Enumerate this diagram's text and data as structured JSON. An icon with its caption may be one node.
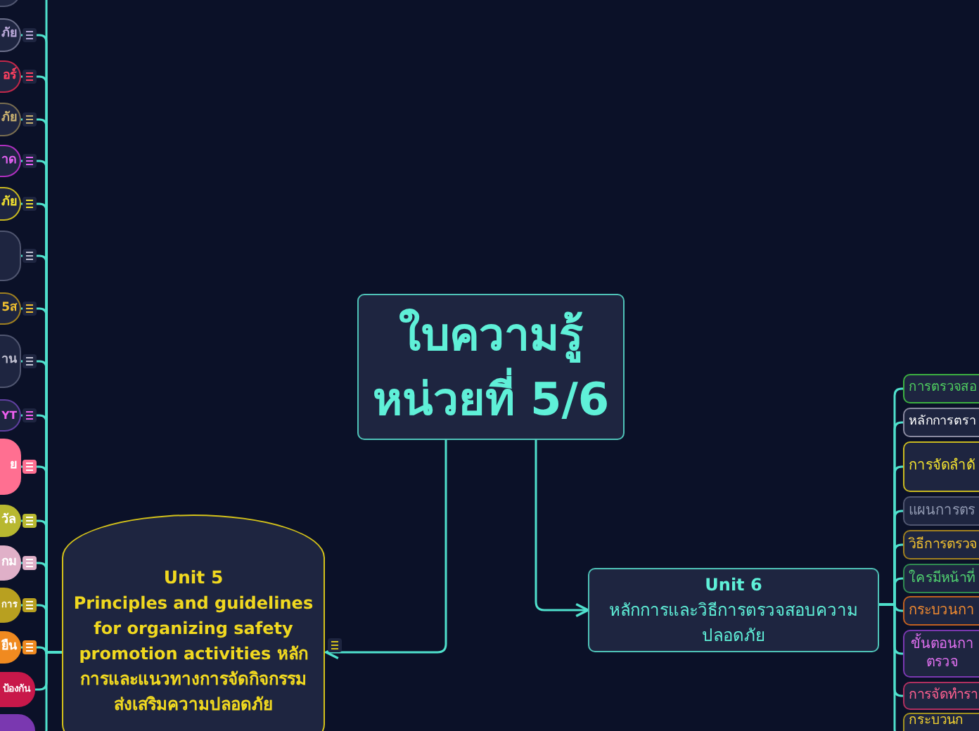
{
  "diagram": {
    "nodes": [
      {
        "text": [
          "ใบความรู้หน่วยที่ 5/6"
        ]
      },
      {
        "text": [
          "Unit 5",
          "Principles and guidelines for organizing safety promotion activities หลักการและแนวทางการจัดกิจกรรมส่งเสริมความปลอดภัย"
        ]
      },
      {
        "text": [],
        "shape": "box"
      },
      {
        "text": [
          "ภัย"
        ]
      },
      {
        "text": [
          "อร์"
        ]
      },
      {
        "text": [
          "ภัย"
        ]
      },
      {
        "text": [
          "าด"
        ]
      },
      {
        "text": [
          "ภัย"
        ]
      },
      {
        "text": [],
        "shape": "box"
      },
      {
        "text": [
          "5ส"
        ]
      },
      {
        "text": [
          "าน"
        ]
      },
      {
        "text": [
          "YT"
        ]
      },
      {
        "text": [
          "ย"
        ]
      },
      {
        "text": [
          "วัล"
        ]
      },
      {
        "text": [
          "กม"
        ]
      },
      {
        "text": [
          "การ"
        ]
      },
      {
        "text": [
          "ยืน"
        ]
      },
      {
        "text": [
          "ป้องกัน"
        ]
      },
      {
        "text": [],
        "shape": "box"
      },
      {
        "text": [
          "Unit 6",
          "หลักการและวิธีการตรวจสอบความปลอดภัย"
        ]
      },
      {
        "text": [
          "การตรวจสอ"
        ]
      },
      {
        "text": [
          "หลักการตรา"
        ]
      },
      {
        "text": [
          "การจัดลำดั"
        ]
      },
      {
        "text": [
          "แผนการตร"
        ]
      },
      {
        "text": [
          "วิธีการตรวจ"
        ]
      },
      {
        "text": [
          "ใครมีหน้าที่"
        ]
      },
      {
        "text": [
          "กระบวนกา"
        ]
      },
      {
        "text": [
          "ขั้นตอนกา ตรวจ"
        ]
      },
      {
        "text": [
          "การจัดทำรา"
        ]
      },
      {
        "text": [
          "กระบวนก"
        ]
      }
    ],
    "edges": [
      {
        "from": 0,
        "to": 1,
        "arrow": "to"
      },
      {
        "from": 0,
        "to": 19,
        "arrow": "to"
      },
      {
        "from": 1,
        "to": 2,
        "arrow": "none"
      },
      {
        "from": 1,
        "to": 3,
        "arrow": "none"
      },
      {
        "from": 1,
        "to": 4,
        "arrow": "none"
      },
      {
        "from": 1,
        "to": 5,
        "arrow": "none"
      },
      {
        "from": 1,
        "to": 6,
        "arrow": "none"
      },
      {
        "from": 1,
        "to": 7,
        "arrow": "none"
      },
      {
        "from": 1,
        "to": 8,
        "arrow": "none"
      },
      {
        "from": 1,
        "to": 9,
        "arrow": "none"
      },
      {
        "from": 1,
        "to": 10,
        "arrow": "none"
      },
      {
        "from": 1,
        "to": 11,
        "arrow": "none"
      },
      {
        "from": 1,
        "to": 12,
        "arrow": "none"
      },
      {
        "from": 1,
        "to": 13,
        "arrow": "none"
      },
      {
        "from": 1,
        "to": 14,
        "arrow": "none"
      },
      {
        "from": 1,
        "to": 15,
        "arrow": "none"
      },
      {
        "from": 1,
        "to": 16,
        "arrow": "none"
      },
      {
        "from": 1,
        "to": 17,
        "arrow": "none"
      },
      {
        "from": 1,
        "to": 18,
        "arrow": "none"
      },
      {
        "from": 19,
        "to": 20,
        "arrow": "none"
      },
      {
        "from": 19,
        "to": 21,
        "arrow": "none"
      },
      {
        "from": 19,
        "to": 22,
        "arrow": "none"
      },
      {
        "from": 19,
        "to": 23,
        "arrow": "none"
      },
      {
        "from": 19,
        "to": 24,
        "arrow": "none"
      },
      {
        "from": 19,
        "to": 25,
        "arrow": "none"
      },
      {
        "from": 19,
        "to": 26,
        "arrow": "none"
      },
      {
        "from": 19,
        "to": 27,
        "arrow": "none"
      },
      {
        "from": 19,
        "to": 28,
        "arrow": "none"
      },
      {
        "from": 19,
        "to": 29,
        "arrow": "none"
      }
    ]
  }
}
